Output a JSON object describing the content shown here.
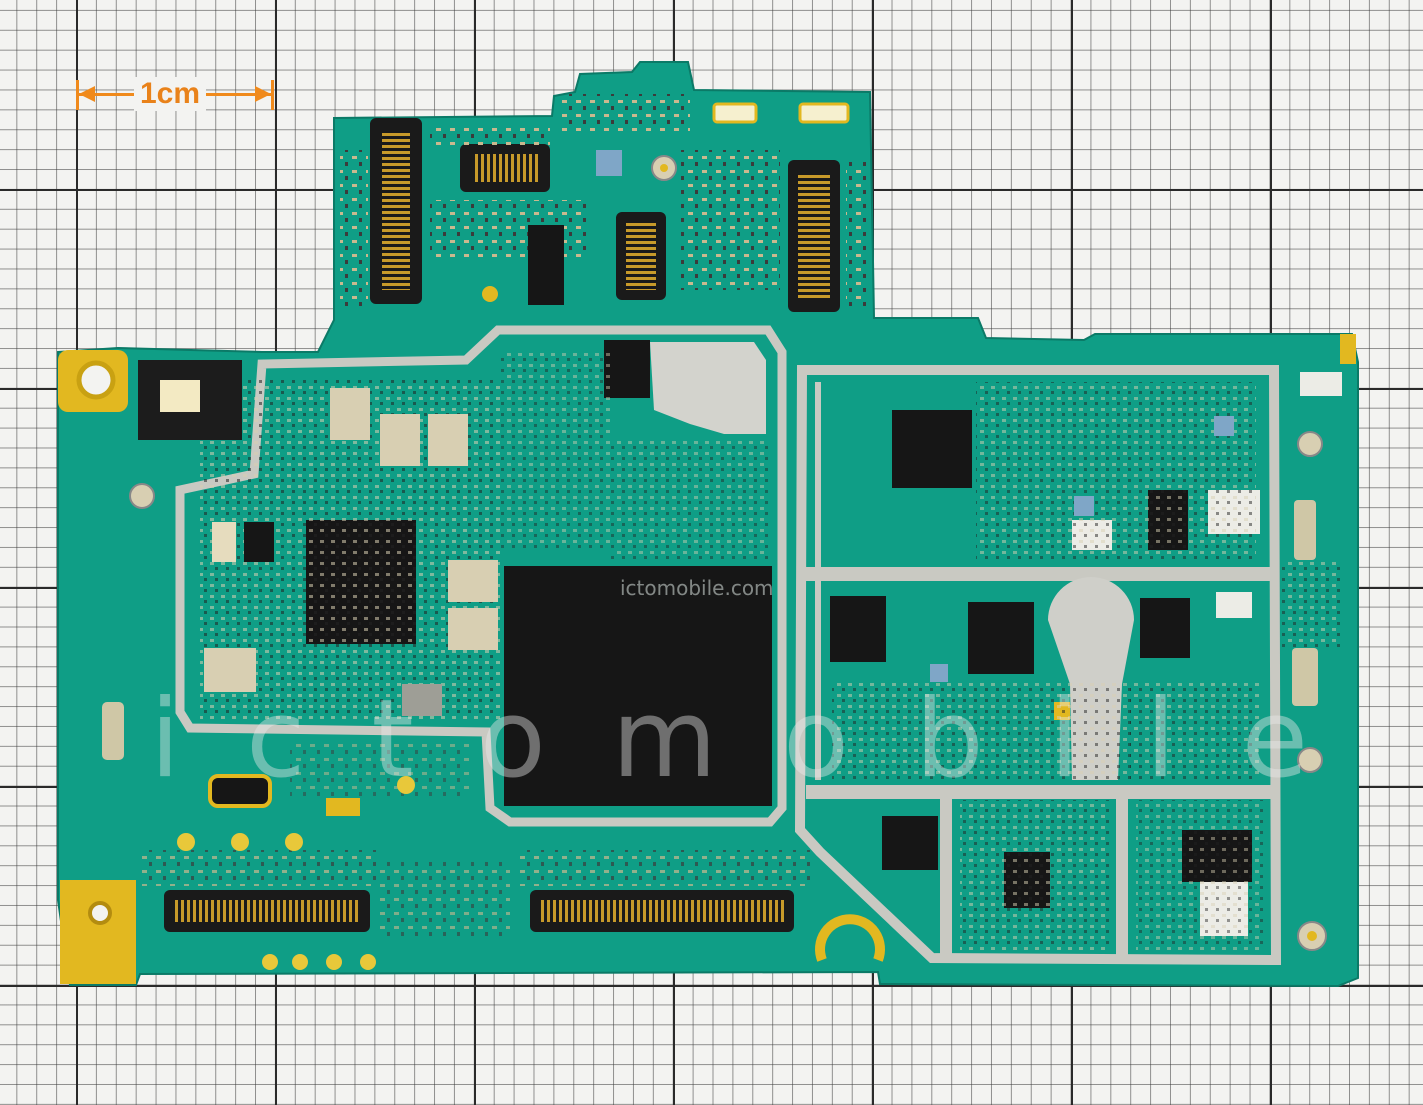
{
  "scale_marker": {
    "label": "1cm",
    "color": "#f08a1c"
  },
  "watermark": {
    "text": "ictomobile",
    "small_text": "ictomobile.com"
  },
  "colors": {
    "board": "#0f9e86",
    "board_dark": "#0b7a67",
    "gold": "#e2b820",
    "shield": "#cfcfc9",
    "chip": "#161616",
    "paper": "#f3f3f1",
    "grid_line": "#2a2a2a"
  }
}
